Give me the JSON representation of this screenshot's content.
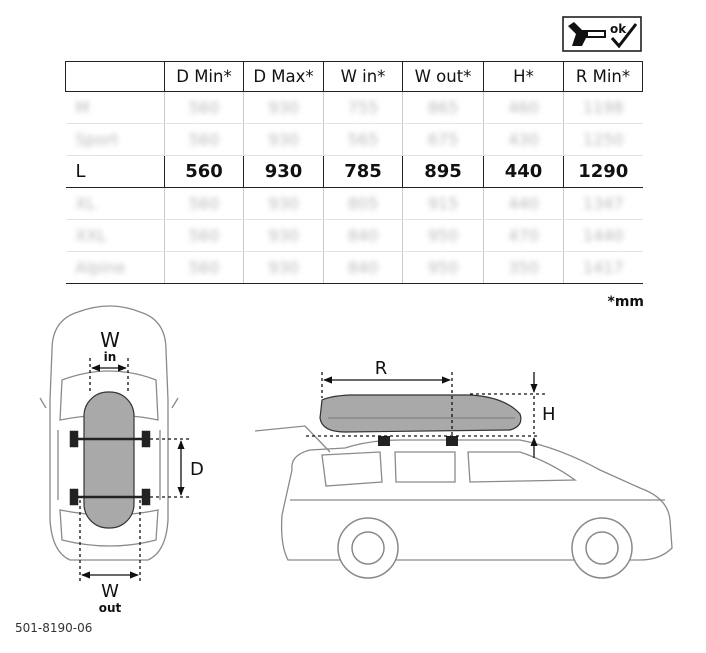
{
  "table": {
    "headers": [
      "",
      "D Min*",
      "D Max*",
      "W in*",
      "W out*",
      "H*",
      "R Min*"
    ],
    "rows": [
      {
        "name": "M",
        "values": [
          "560",
          "930",
          "755",
          "865",
          "460",
          "1198"
        ],
        "blurred": true
      },
      {
        "name": "Sport",
        "values": [
          "560",
          "930",
          "565",
          "675",
          "430",
          "1250"
        ],
        "blurred": true
      },
      {
        "name": "L",
        "values": [
          "560",
          "930",
          "785",
          "895",
          "440",
          "1290"
        ],
        "blurred": false
      },
      {
        "name": "XL",
        "values": [
          "560",
          "930",
          "805",
          "915",
          "440",
          "1347"
        ],
        "blurred": true
      },
      {
        "name": "XXL",
        "values": [
          "560",
          "930",
          "840",
          "950",
          "470",
          "1440"
        ],
        "blurred": true
      },
      {
        "name": "Alpine",
        "values": [
          "560",
          "930",
          "840",
          "950",
          "350",
          "1417"
        ],
        "blurred": true
      }
    ]
  },
  "unit_note": "*mm",
  "badge": {
    "text": "ok"
  },
  "top_view": {
    "w_label": "W",
    "w_in_sub": "in",
    "d_label": "D",
    "w_out_label": "W",
    "w_out_sub": "out"
  },
  "side_view": {
    "r_label": "R",
    "h_label": "H"
  },
  "part_number": "501-8190-06",
  "colors": {
    "box": "#a9a9a9",
    "line": "#111111",
    "car_outline": "#8a8a8a",
    "car_fill": "#ffffff"
  }
}
